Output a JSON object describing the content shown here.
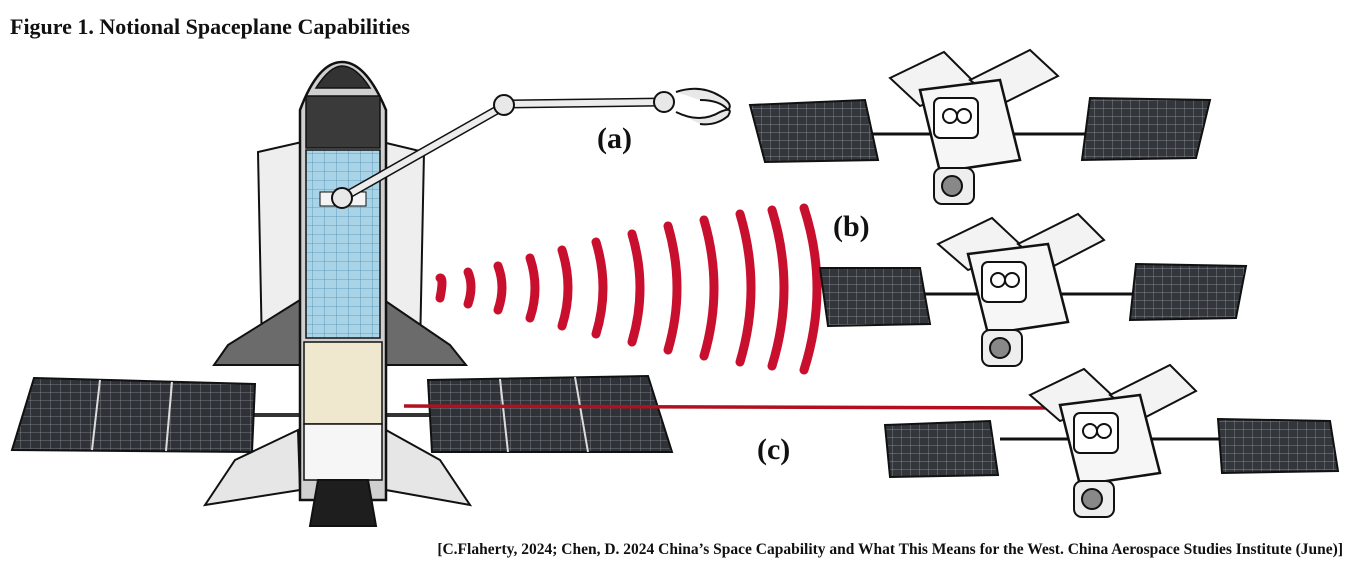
{
  "figure": {
    "title": "Figure 1. Notional Spaceplane Capabilities",
    "labels": {
      "a": "(a)",
      "b": "(b)",
      "c": "(c)"
    },
    "caption": "[C.Flaherty, 2024; Chen, D. 2024 China’s Space Capability and What This Means for the West. China Aerospace Studies Institute (June)]"
  },
  "colors": {
    "ink": "#1a1a1a",
    "beam": "#c8102e",
    "laser": "#b01020",
    "panel": "#2f3338",
    "cargo": "#a9d3e6",
    "engine_bay": "#efe8cf"
  },
  "icons": [
    "spaceplane-icon",
    "robotic-arm-icon",
    "satellite-icon",
    "solar-panel-icon"
  ]
}
